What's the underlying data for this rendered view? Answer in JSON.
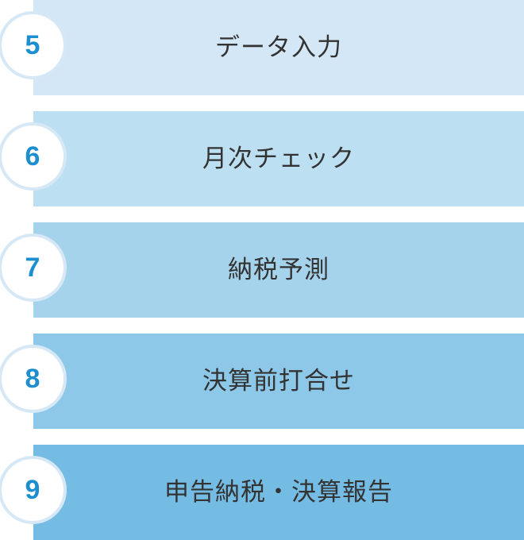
{
  "steps": [
    {
      "number": "5",
      "label": "データ入力",
      "color": "#d3e7f6"
    },
    {
      "number": "6",
      "label": "月次チェック",
      "color": "#bcdff2"
    },
    {
      "number": "7",
      "label": "納税予測",
      "color": "#a6d3ec"
    },
    {
      "number": "8",
      "label": "決算前打合せ",
      "color": "#8dc8e8"
    },
    {
      "number": "9",
      "label": "申告納税・決算報告",
      "color": "#75bce4"
    }
  ]
}
